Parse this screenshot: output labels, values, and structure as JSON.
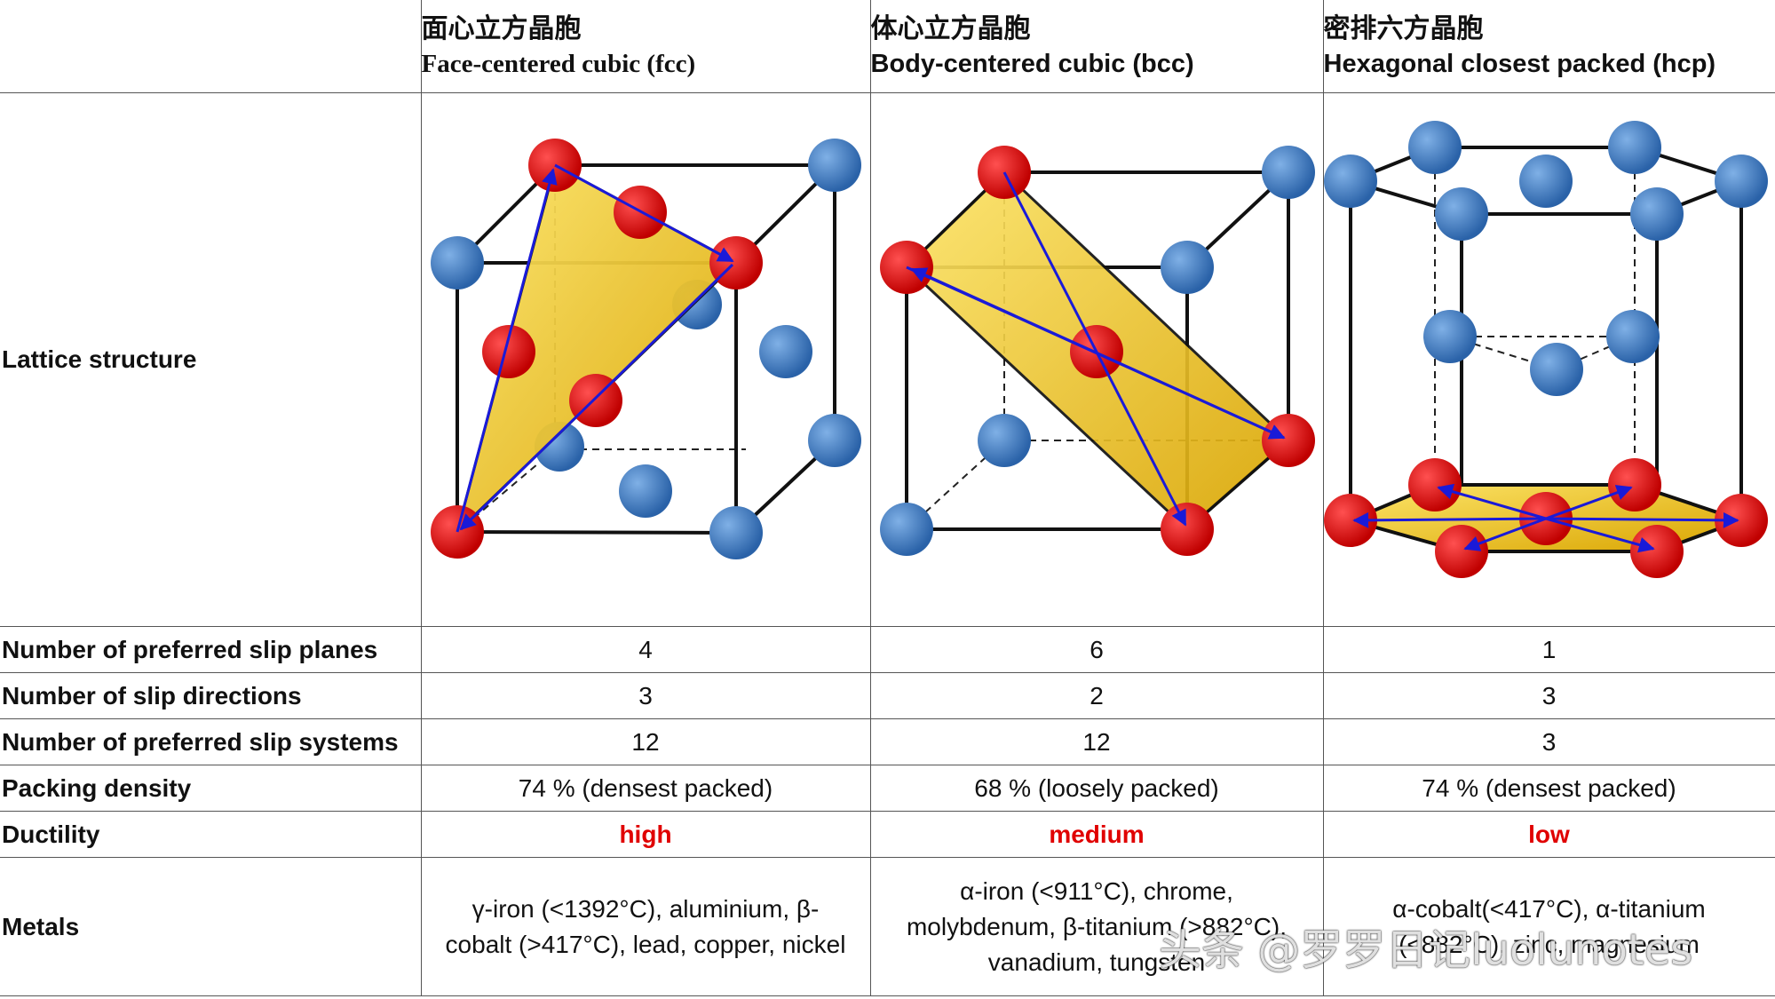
{
  "columns": [
    {
      "zh": "面心立方晶胞",
      "en": "Face-centered cubic (fcc)"
    },
    {
      "zh": "体心立方晶胞",
      "en": "Body-centered cubic (bcc)"
    },
    {
      "zh": "密排六方晶胞",
      "en": "Hexagonal closest packed (hcp)"
    }
  ],
  "rows": {
    "lattice": {
      "label": "Lattice structure"
    },
    "slip_planes": {
      "label": "Number of preferred slip planes",
      "values": [
        "4",
        "6",
        "1"
      ]
    },
    "slip_directions": {
      "label": "Number of slip directions",
      "values": [
        "3",
        "2",
        "3"
      ]
    },
    "slip_systems": {
      "label": "Number of preferred slip systems",
      "values": [
        "12",
        "12",
        "3"
      ]
    },
    "packing": {
      "label": "Packing density",
      "values": [
        "74 % (densest packed)",
        "68 % (loosely packed)",
        "74 % (densest packed)"
      ]
    },
    "ductility": {
      "label": "Ductility",
      "values": [
        "high",
        "medium",
        "low"
      ]
    },
    "metals": {
      "label": "Metals",
      "values": [
        [
          "γ-iron (<1392°C), aluminium, β-",
          "cobalt (>417°C), lead, copper, nickel"
        ],
        [
          "α-iron (<911°C), chrome,",
          "molybdenum, β-titanium (>882°C),",
          "vanadium, tungsten"
        ],
        [
          "α-cobalt(<417°C), α-titanium",
          "(<882°C), zinc, magnesium"
        ]
      ]
    }
  },
  "watermark": "头条 @罗罗日记luolunotes",
  "colors": {
    "atom_red": "#e01010",
    "atom_blue": "#3f7fc4",
    "plane": "#f0c030",
    "arrow": "#1a1ad8",
    "ductility_text": "#e00000"
  }
}
